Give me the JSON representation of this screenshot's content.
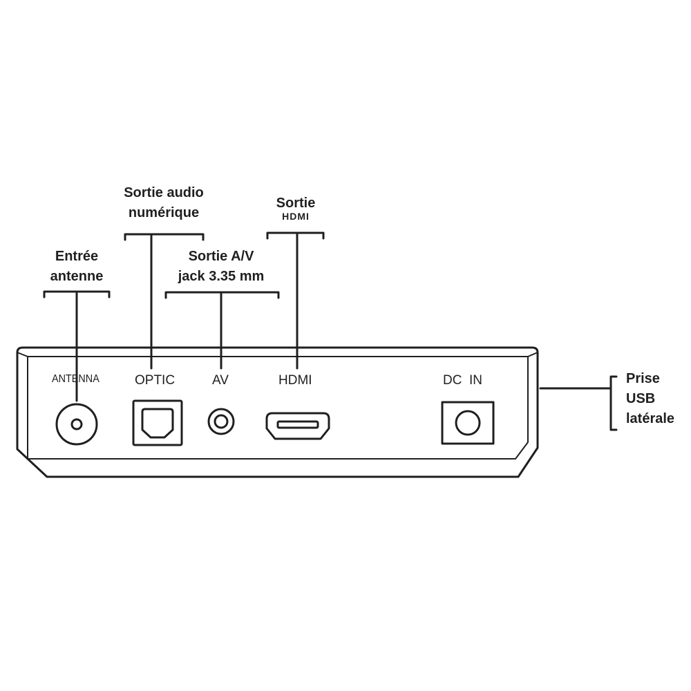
{
  "callouts": {
    "antenna": [
      "Entrée",
      "antenne"
    ],
    "optic": [
      "Sortie audio",
      "numérique"
    ],
    "av": [
      "Sortie A/V",
      "jack 3.35 mm"
    ],
    "hdmi": {
      "line1": "Sortie",
      "logo": "HDMI"
    },
    "usb": [
      "Prise",
      "USB",
      "latérale"
    ]
  },
  "ports": {
    "antenna": "ANTENNA",
    "optic": "OPTIC",
    "av": "AV",
    "hdmi": "HDMI",
    "dc_in": "DC  IN"
  },
  "colors": {
    "line": "#1f1f1f",
    "background": "#ffffff"
  }
}
